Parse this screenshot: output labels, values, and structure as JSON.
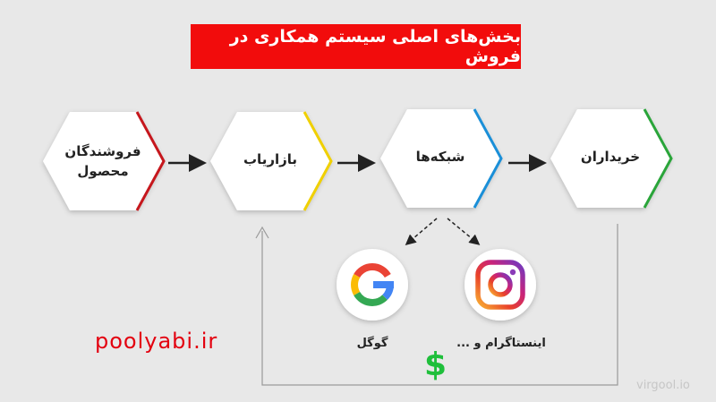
{
  "title": "بخش‌های اصلی سیستم همکاری در فروش",
  "nodes": [
    {
      "label_line1": "فروشندگان",
      "label_line2": "محصول",
      "accent": "#c6171d"
    },
    {
      "label_line1": "بازاریاب",
      "label_line2": "",
      "accent": "#f0d000"
    },
    {
      "label_line1": "شبکه‌ها",
      "label_line2": "",
      "accent": "#1a8fd8"
    },
    {
      "label_line1": "خریداران",
      "label_line2": "",
      "accent": "#2aa53a"
    }
  ],
  "brands": [
    {
      "label": "گوگل",
      "icon": "google-icon"
    },
    {
      "label": "اینستاگرام و ...",
      "icon": "instagram-icon"
    }
  ],
  "money_symbol": "$",
  "site_text": "poolyabi.ir",
  "watermark": "virgool.io"
}
